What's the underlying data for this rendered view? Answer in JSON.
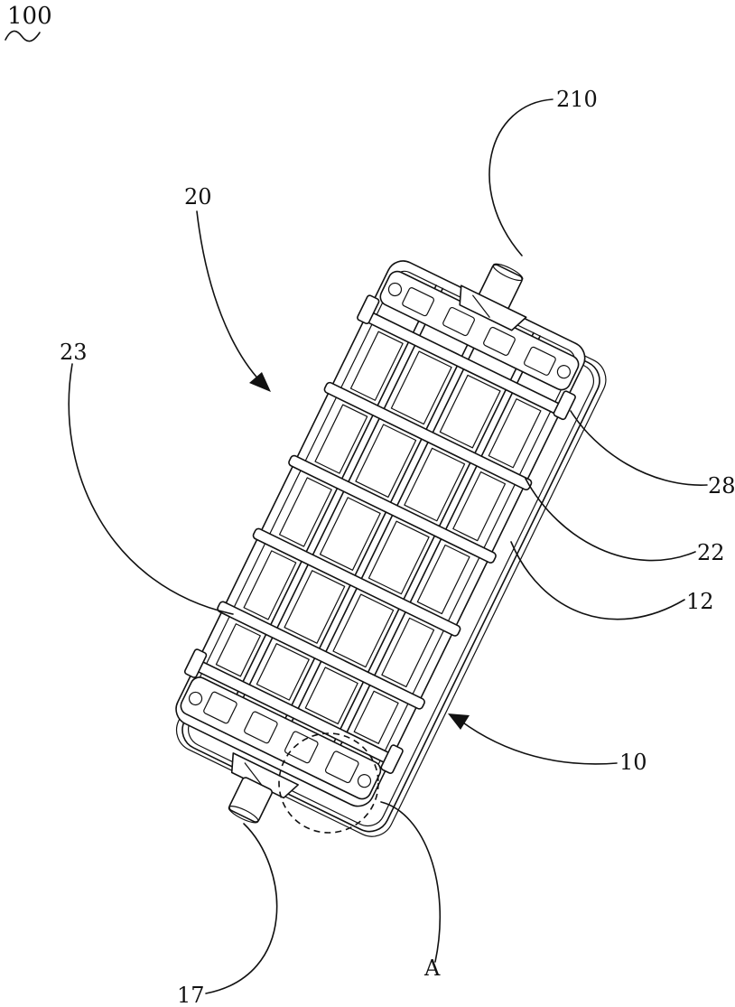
{
  "figure_id": "100",
  "reference_numerals": {
    "ref_210": "210",
    "ref_20": "20",
    "ref_23": "23",
    "ref_28": "28",
    "ref_22": "22",
    "ref_12": "12",
    "ref_10": "10",
    "ref_17": "17",
    "ref_A": "A"
  }
}
